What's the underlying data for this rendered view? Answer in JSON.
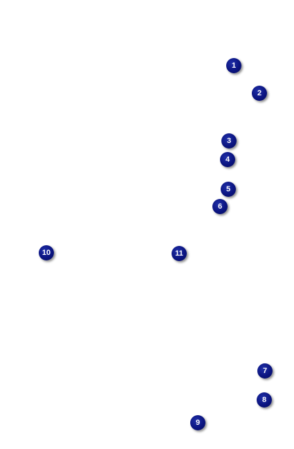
{
  "markers": [
    {
      "label": "1"
    },
    {
      "label": "2"
    },
    {
      "label": "3"
    },
    {
      "label": "4"
    },
    {
      "label": "5"
    },
    {
      "label": "6"
    },
    {
      "label": "7"
    },
    {
      "label": "8"
    },
    {
      "label": "9"
    },
    {
      "label": "10"
    },
    {
      "label": "11"
    }
  ],
  "colors": {
    "background": "#ffffff",
    "marker_fill": "#0b1480",
    "marker_text": "#ffffff"
  }
}
